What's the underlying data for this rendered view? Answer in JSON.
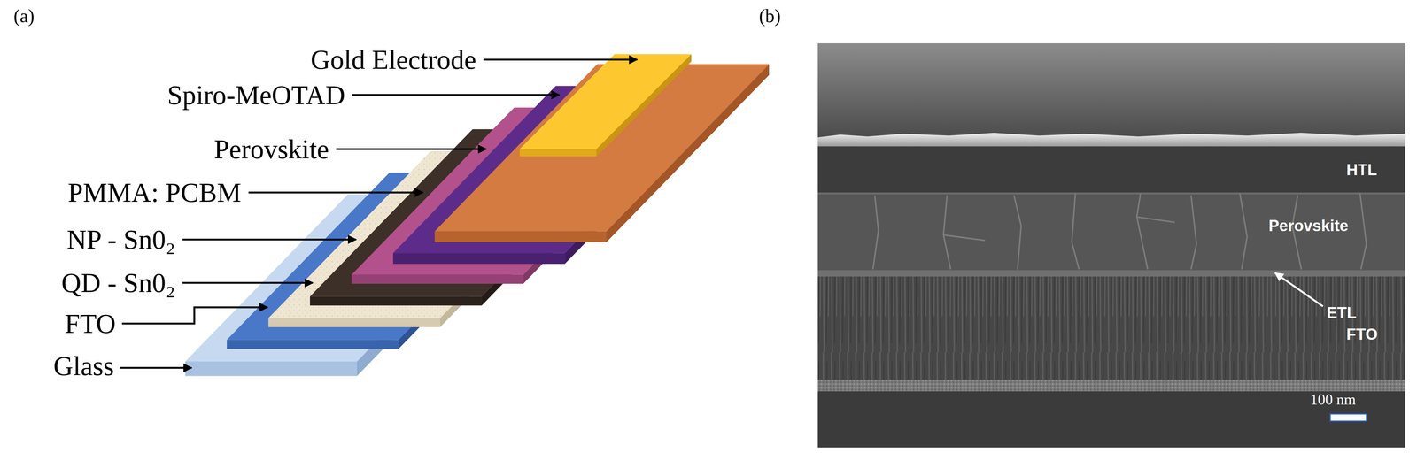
{
  "diagram": {
    "labels": [
      "(a)",
      "(b)",
      "Gold Electrode",
      "Spiro-MeOTAD",
      "Perovskite",
      "PMMA: PCBM",
      "NP - Sn0₂",
      "QD - Sn0₂",
      "FTO",
      "Glass",
      "HTL",
      "Perovskite",
      "ETL",
      "FTO",
      "100 nm"
    ]
  }
}
